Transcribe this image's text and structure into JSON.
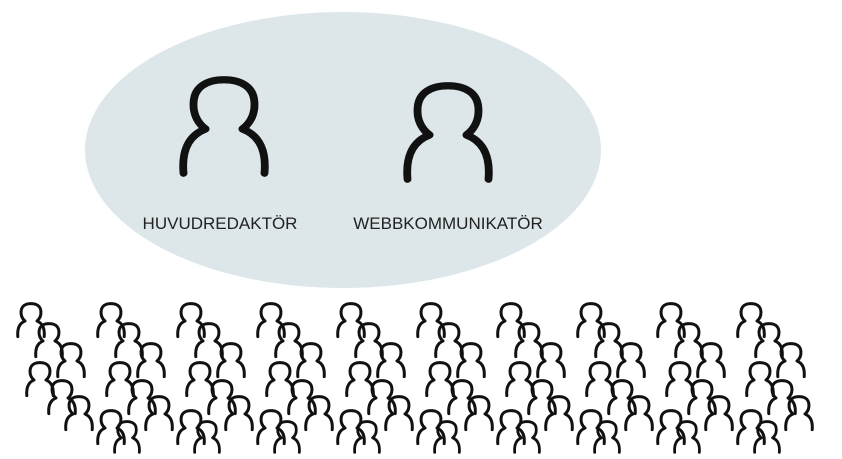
{
  "roles": [
    {
      "label": "HUVUDREDAKTÖR",
      "icon": "person-icon"
    },
    {
      "label": "WEBBKOMMUNIKATÖR",
      "icon": "person-icon"
    }
  ],
  "crowd": {
    "icon": "person-icon",
    "count": 80
  },
  "colors": {
    "ellipse": "#dde7ea",
    "stroke": "#111111",
    "text": "#222222"
  }
}
